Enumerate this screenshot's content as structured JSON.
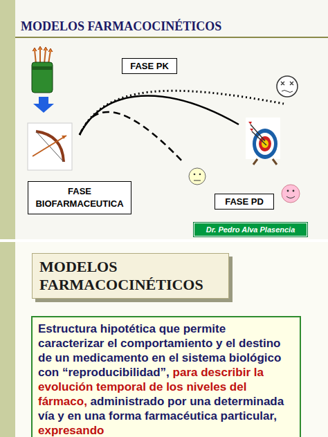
{
  "diagram": {
    "title": "MODELOS FARMACOCINÉTICOS",
    "nodes": [
      {
        "text": [
          "FASE PK"
        ]
      },
      {
        "text": [
          "FASE BIOFARMACEUTICA"
        ]
      },
      {
        "text": [
          "FASE PD"
        ]
      },
      {
        "text": [
          "Dr. Pedro Alva Plasencia"
        ]
      },
      {
        "text": [
          "MODELOS FARMACOCINÉTICOS"
        ]
      },
      {
        "text": [
          "Estructura hipotética que permite caracterizar el comportamiento y el destino de un medicamento en el sistema biológico con “reproducibilidad”,",
          "para describir la evolución temporal de los niveles del fármaco,",
          "administrado por una determinada vía y en una forma farmacéutica particular,",
          "expresando"
        ]
      }
    ]
  }
}
